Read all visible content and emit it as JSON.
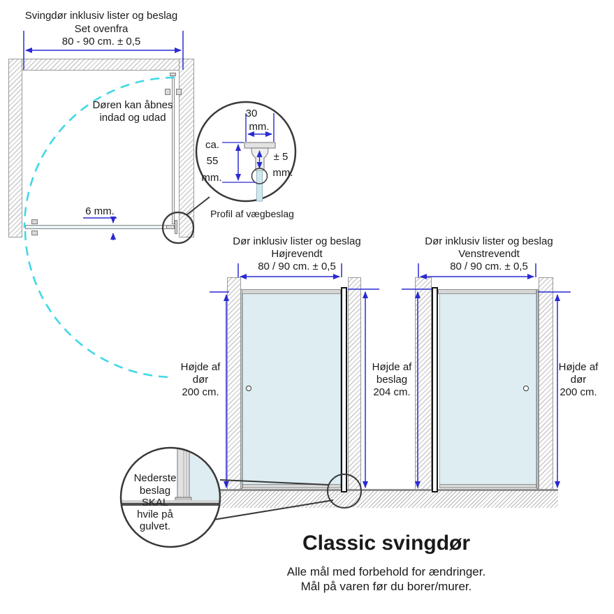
{
  "palette": {
    "dimension_blue": "#2a2ad2",
    "swing_arc_cyan": "#40d8e6",
    "glass_fill": "#ddedf2"
  },
  "plan_view": {
    "title_line1": "Svingdør inklusiv lister og beslag",
    "title_line2": "Set ovenfra",
    "width_dimension": "80 - 90 cm. ± 0,5",
    "swing_note_line1": "Døren kan åbnes",
    "swing_note_line2": "indad og udad",
    "glass_thickness": "6 mm."
  },
  "wall_bracket_detail": {
    "width_value": "30",
    "width_unit": "mm.",
    "approx": "ca.",
    "height_value": "55",
    "height_unit": "mm.",
    "tolerance": "± 5",
    "tolerance_unit": "mm.",
    "caption": "Profil af vægbeslag"
  },
  "door_right_hinged": {
    "title": "Dør inklusiv lister og beslag",
    "orientation": "Højrevendt",
    "width_dimension": "80 / 90 cm. ± 0,5",
    "door_height_label": {
      "line1": "Højde af",
      "line2": "dør",
      "line3": "200 cm."
    },
    "bracket_height_label": {
      "line1": "Højde af",
      "line2": "beslag",
      "line3": "204 cm."
    }
  },
  "door_left_hinged": {
    "title": "Dør inklusiv lister og beslag",
    "orientation": "Venstrevendt",
    "width_dimension": "80 / 90 cm. ± 0,5",
    "door_height_label": {
      "line1": "Højde af",
      "line2": "dør",
      "line3": "200 cm."
    }
  },
  "floor_bracket_detail": {
    "note_line1": "Nederste",
    "note_line2": "beslag",
    "note_line3": "SKAL",
    "note_line4": "hvile på",
    "note_line5": "gulvet."
  },
  "footer": {
    "product_name": "Classic svingdør",
    "disclaimer_line1": "Alle mål med forbehold for ændringer.",
    "disclaimer_line2": "Mål på varen før du borer/murer."
  }
}
